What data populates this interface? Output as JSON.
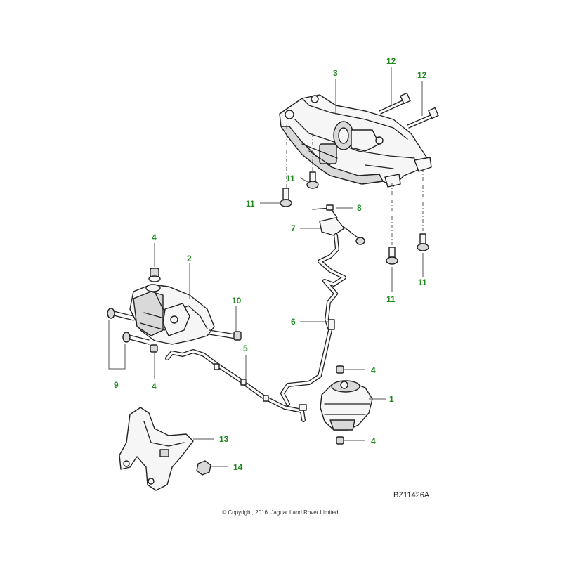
{
  "diagram": {
    "reference_code": "BZ11426A",
    "copyright": "© Copyright, 2016. Jaguar Land Rover Limited.",
    "callouts": {
      "c1": "1",
      "c2": "2",
      "c3": "3",
      "c4a": "4",
      "c4b": "4",
      "c4c": "4",
      "c4d": "4",
      "c5": "5",
      "c6": "6",
      "c7": "7",
      "c8": "8",
      "c9": "9",
      "c10": "10",
      "c11a": "11",
      "c11b": "11",
      "c11c": "11",
      "c11d": "11",
      "c12a": "12",
      "c12b": "12",
      "c13": "13",
      "c14": "14"
    }
  },
  "colors": {
    "callout": "#1f8a1f",
    "linework": "#222222",
    "leader": "#555555"
  }
}
